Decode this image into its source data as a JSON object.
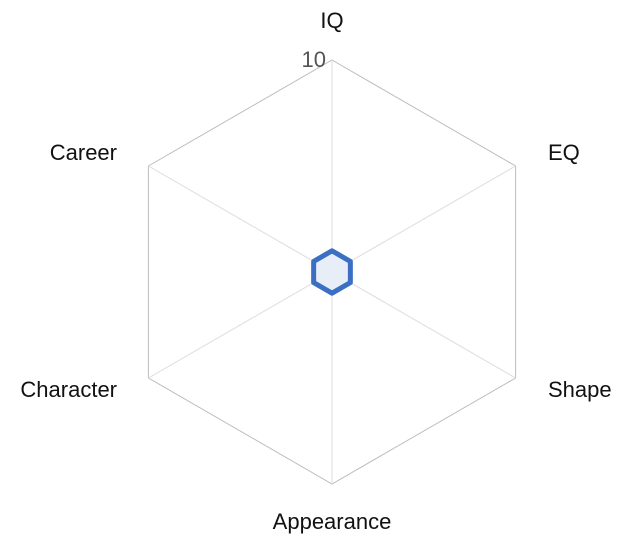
{
  "chart_data": {
    "type": "radar",
    "axes": [
      "IQ",
      "EQ",
      "Shape",
      "Appearance",
      "Character",
      "Career"
    ],
    "range": [
      0,
      10
    ],
    "tick_labels": [
      "10"
    ],
    "series": [
      {
        "values": [
          1,
          1,
          1,
          1,
          1,
          1
        ],
        "color": "#3a6fc4",
        "fill": "#e8eef8"
      }
    ],
    "grid": true,
    "grid_color": "#c8c8c8",
    "legend": "none"
  }
}
